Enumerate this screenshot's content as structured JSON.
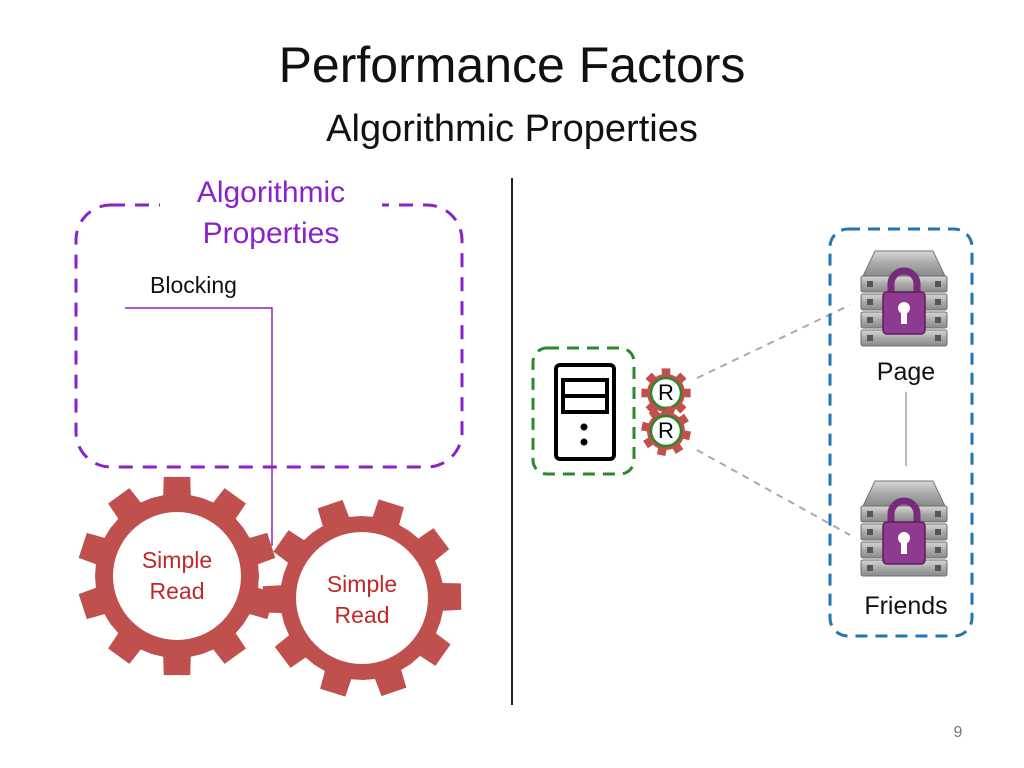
{
  "slide": {
    "title": "Performance Factors",
    "subtitle": "Algorithmic Properties",
    "page_number": "9"
  },
  "algorithmic_box": {
    "label_line1": "Algorithmic",
    "label_line2": "Properties",
    "blocking_label": "Blocking",
    "color": "#8b22c9"
  },
  "gears": {
    "left": {
      "line1": "Simple",
      "line2": "Read"
    },
    "right": {
      "line1": "Simple",
      "line2": "Read"
    },
    "color": "#c0504d",
    "text_color": "#c0282a"
  },
  "client": {
    "icon": "server-tower-icon",
    "border_color": "#2a8a2a",
    "replicas": [
      "R",
      "R"
    ]
  },
  "servers": {
    "border_color": "#1f77b4",
    "items": [
      {
        "label": "Page",
        "icon": "locked-server-icon"
      },
      {
        "label": "Friends",
        "icon": "locked-server-icon"
      }
    ]
  }
}
